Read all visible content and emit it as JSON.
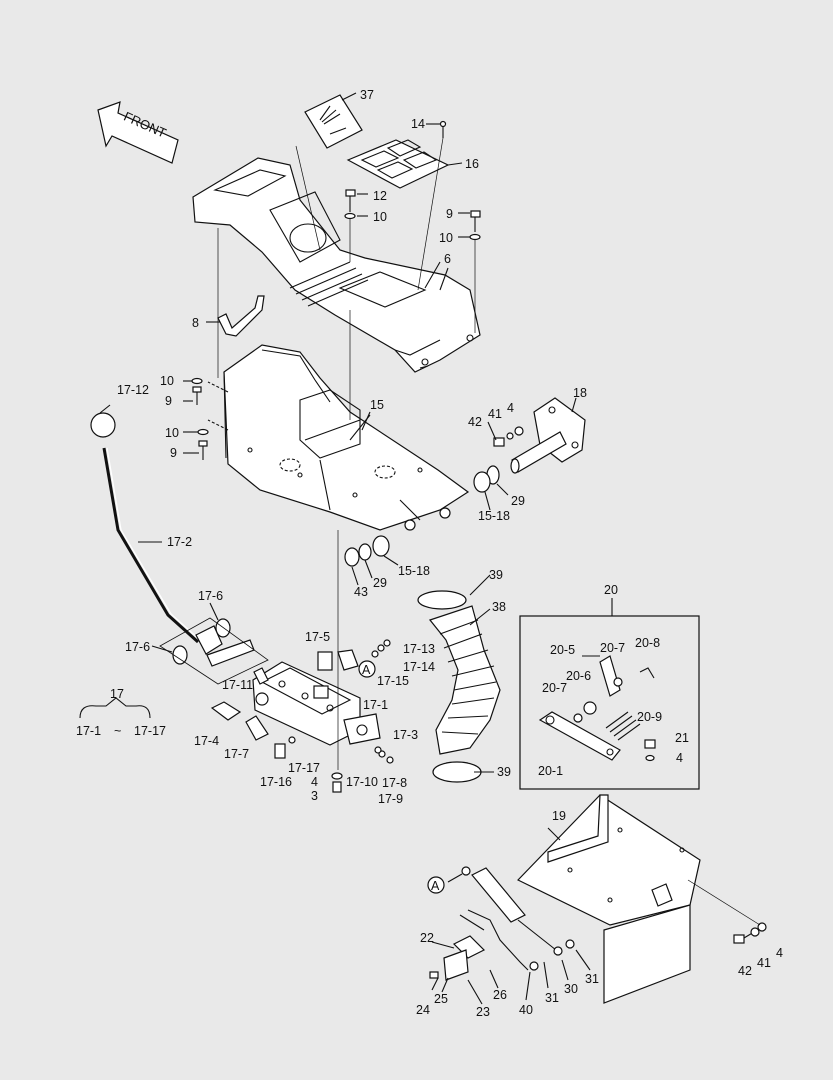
{
  "front_label": "FRONT",
  "callouts": [
    {
      "id": "c37",
      "text": "37"
    },
    {
      "id": "c14",
      "text": "14"
    },
    {
      "id": "c16",
      "text": "16"
    },
    {
      "id": "c12",
      "text": "12"
    },
    {
      "id": "c10a",
      "text": "10"
    },
    {
      "id": "c9a",
      "text": "9"
    },
    {
      "id": "c10b",
      "text": "10"
    },
    {
      "id": "c6",
      "text": "6"
    },
    {
      "id": "c8",
      "text": "8"
    },
    {
      "id": "c10c",
      "text": "10"
    },
    {
      "id": "c9b",
      "text": "9"
    },
    {
      "id": "c17-12",
      "text": "17-12"
    },
    {
      "id": "c10d",
      "text": "10"
    },
    {
      "id": "c9c",
      "text": "9"
    },
    {
      "id": "c15",
      "text": "15"
    },
    {
      "id": "c18",
      "text": "18"
    },
    {
      "id": "c42a",
      "text": "42"
    },
    {
      "id": "c41a",
      "text": "41"
    },
    {
      "id": "c4a",
      "text": "4"
    },
    {
      "id": "c29a",
      "text": "29"
    },
    {
      "id": "c15-18a",
      "text": "15-18"
    },
    {
      "id": "c17-2",
      "text": "17-2"
    },
    {
      "id": "c43",
      "text": "43"
    },
    {
      "id": "c29b",
      "text": "29"
    },
    {
      "id": "c15-18b",
      "text": "15-18"
    },
    {
      "id": "c39a",
      "text": "39"
    },
    {
      "id": "c38",
      "text": "38"
    },
    {
      "id": "c20",
      "text": "20"
    },
    {
      "id": "c17-6a",
      "text": "17-6"
    },
    {
      "id": "c17-6b",
      "text": "17-6"
    },
    {
      "id": "c17-5",
      "text": "17-5"
    },
    {
      "id": "c17-13",
      "text": "17-13"
    },
    {
      "id": "c17-14",
      "text": "17-14"
    },
    {
      "id": "c17-15",
      "text": "17-15"
    },
    {
      "id": "c17",
      "text": "17"
    },
    {
      "id": "c17-11",
      "text": "17-11"
    },
    {
      "id": "c17-1a",
      "text": "17-1"
    },
    {
      "id": "c17-1b",
      "text": "17-1"
    },
    {
      "id": "c-tilde",
      "text": "~"
    },
    {
      "id": "c17-17a",
      "text": "17-17"
    },
    {
      "id": "c17-4",
      "text": "17-4"
    },
    {
      "id": "c17-7",
      "text": "17-7"
    },
    {
      "id": "c17-3",
      "text": "17-3"
    },
    {
      "id": "c17-16",
      "text": "17-16"
    },
    {
      "id": "c17-17b",
      "text": "17-17"
    },
    {
      "id": "c4b",
      "text": "4"
    },
    {
      "id": "c17-10",
      "text": "17-10"
    },
    {
      "id": "c17-8",
      "text": "17-8"
    },
    {
      "id": "c3",
      "text": "3"
    },
    {
      "id": "c17-9",
      "text": "17-9"
    },
    {
      "id": "c39b",
      "text": "39"
    },
    {
      "id": "c20-5",
      "text": "20-5"
    },
    {
      "id": "c20-7a",
      "text": "20-7"
    },
    {
      "id": "c20-8",
      "text": "20-8"
    },
    {
      "id": "c20-6",
      "text": "20-6"
    },
    {
      "id": "c20-7b",
      "text": "20-7"
    },
    {
      "id": "c20-9",
      "text": "20-9"
    },
    {
      "id": "c21",
      "text": "21"
    },
    {
      "id": "c20-1",
      "text": "20-1"
    },
    {
      "id": "c4c",
      "text": "4"
    },
    {
      "id": "c19",
      "text": "19"
    },
    {
      "id": "c22",
      "text": "22"
    },
    {
      "id": "c26",
      "text": "26"
    },
    {
      "id": "c31a",
      "text": "31"
    },
    {
      "id": "c30",
      "text": "30"
    },
    {
      "id": "c31b",
      "text": "31"
    },
    {
      "id": "c40",
      "text": "40"
    },
    {
      "id": "c24",
      "text": "24"
    },
    {
      "id": "c25",
      "text": "25"
    },
    {
      "id": "c23",
      "text": "23"
    },
    {
      "id": "c42b",
      "text": "42"
    },
    {
      "id": "c41b",
      "text": "41"
    },
    {
      "id": "c4d",
      "text": "4"
    }
  ],
  "ref_markers": [
    {
      "id": "m1",
      "text": "A"
    },
    {
      "id": "m2",
      "text": "A"
    }
  ]
}
